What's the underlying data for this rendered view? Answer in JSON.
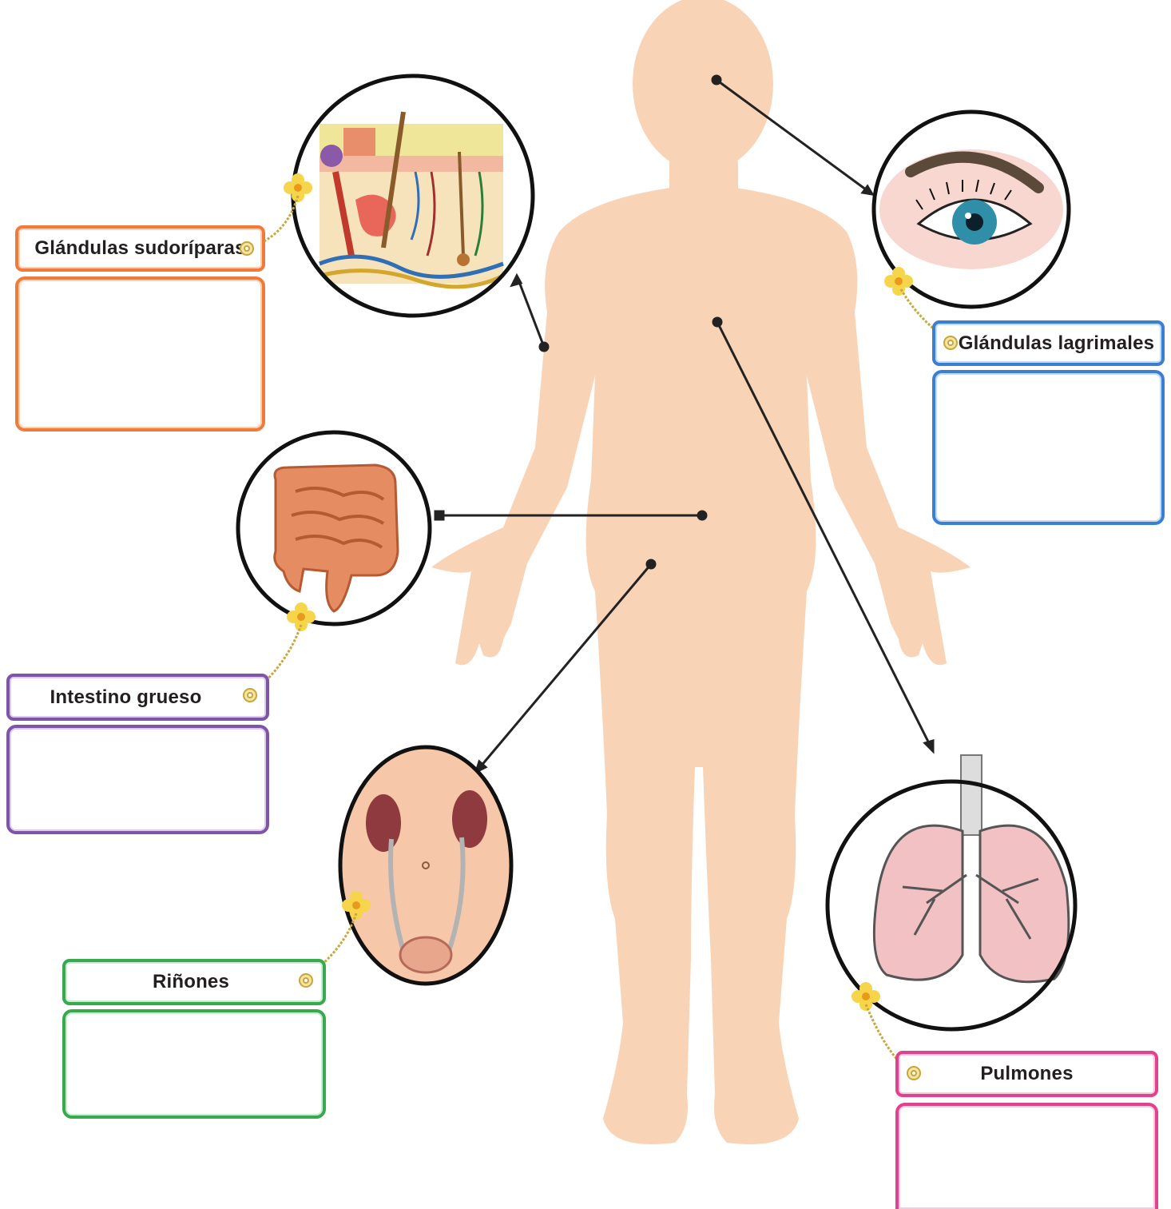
{
  "colors": {
    "body": "#f9d3b6",
    "orange": "#f07a3a",
    "blue": "#3b7fd0",
    "purple": "#7e55a6",
    "green": "#3aa84f",
    "pink": "#e0428d"
  },
  "labels": {
    "sweat": "Glándulas sudoríparas",
    "tear": "Glándulas lagrimales",
    "intestine": "Intestino grueso",
    "kidneys": "Riñones",
    "lungs": "Pulmones"
  }
}
